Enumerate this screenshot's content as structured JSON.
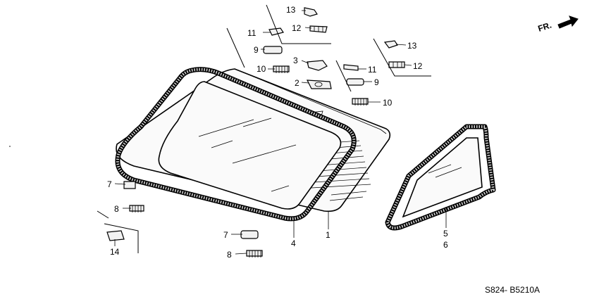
{
  "diagram_code": "S824- B5210A",
  "direction_label": "FR.",
  "callouts": {
    "c1": "1",
    "c2": "2",
    "c3": "3",
    "c4": "4",
    "c5": "5",
    "c6": "6",
    "c7a": "7",
    "c7b": "7",
    "c8a": "8",
    "c8b": "8",
    "c9a": "9",
    "c9b": "9",
    "c10a": "10",
    "c10b": "10",
    "c11a": "11",
    "c11b": "11",
    "c12a": "12",
    "c12b": "12",
    "c13a": "13",
    "c13b": "13",
    "c14": "14"
  }
}
